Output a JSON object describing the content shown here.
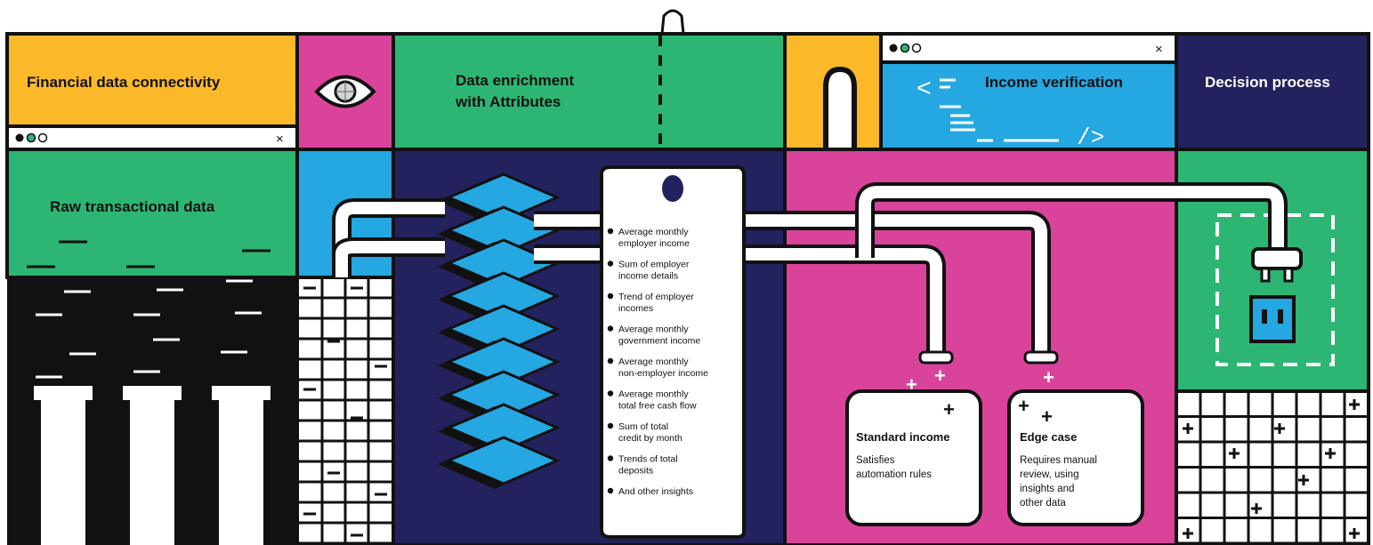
{
  "panels": {
    "connectivity_title": "Financial data connectivity",
    "raw_data_title": "Raw transactional data",
    "enrichment_title_line1": "Data enrichment",
    "enrichment_title_line2": "with Attributes",
    "income_verification_title": "Income verification",
    "decision_title": "Decision process"
  },
  "browser_close_glyph": "×",
  "code_glyphs": {
    "open": "<",
    "close": "/>"
  },
  "attributes": [
    [
      "Average monthly",
      "employer income"
    ],
    [
      "Sum of employer",
      "income details"
    ],
    [
      "Trend of employer",
      "incomes"
    ],
    [
      "Average monthly",
      "government income"
    ],
    [
      "Average monthly",
      "non-employer income"
    ],
    [
      "Average monthly",
      "total free cash flow"
    ],
    [
      "Sum of total",
      "credit by month"
    ],
    [
      "Trends of total",
      "deposits"
    ],
    [
      "And other insights"
    ]
  ],
  "outcomes": {
    "standard": {
      "title": "Standard income",
      "desc": [
        "Satisfies",
        "automation rules"
      ]
    },
    "edge": {
      "title": "Edge case",
      "desc": [
        "Requires manual",
        "review, using",
        "insights and",
        "other data"
      ]
    }
  },
  "colors": {
    "yellow": "#FBB829",
    "magenta": "#D9449A",
    "green": "#2DB673",
    "blue": "#25A7E1",
    "navy": "#24225E",
    "black": "#111111",
    "white": "#FFFFFF"
  }
}
